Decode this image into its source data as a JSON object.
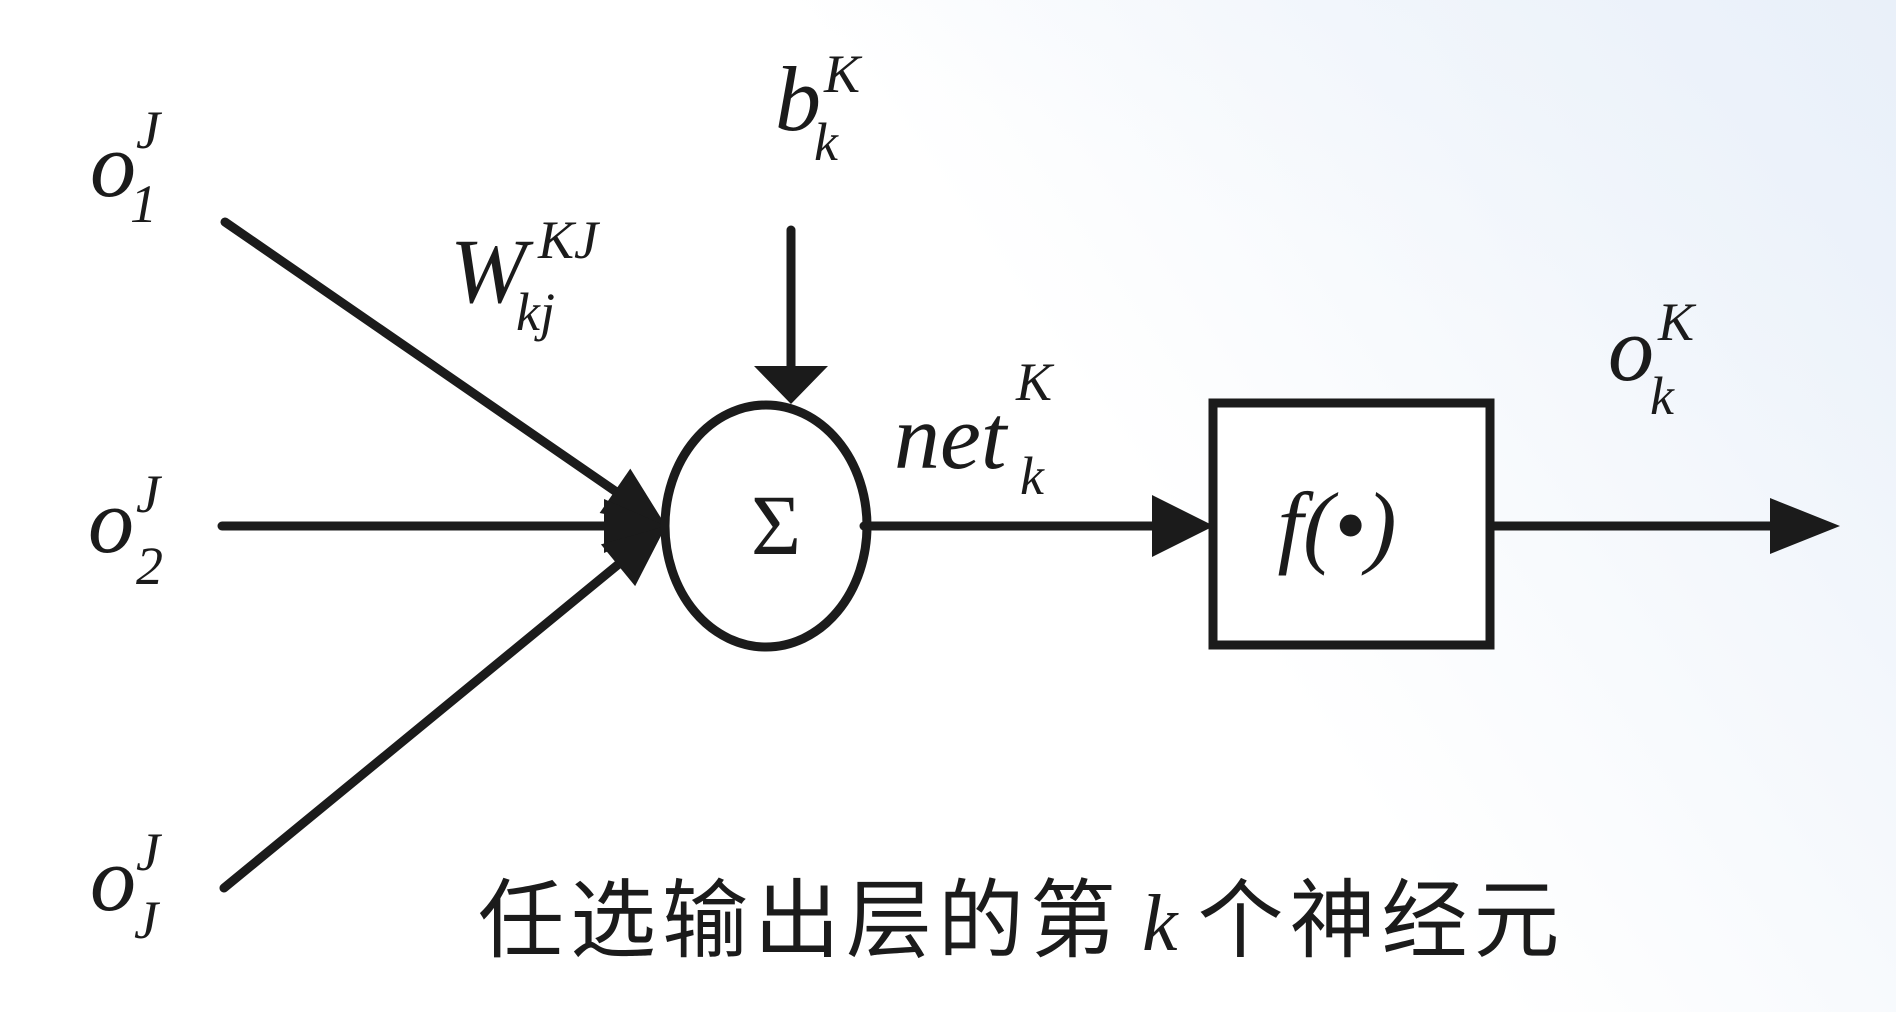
{
  "colors": {
    "ink": "#1b1b1b",
    "background": "#ffffff",
    "tint": "#e9f0f9"
  },
  "diagram": {
    "inputs": [
      {
        "base": "o",
        "sup": "J",
        "sub": "1"
      },
      {
        "base": "o",
        "sup": "J",
        "sub": "2"
      },
      {
        "base": "o",
        "sup": "J",
        "sub": "J"
      }
    ],
    "weight": {
      "base": "W",
      "sup": "KJ",
      "sub": "kj"
    },
    "bias": {
      "base": "b",
      "sup": "K",
      "sub": "k"
    },
    "summation": {
      "symbol": "Σ"
    },
    "net_input": {
      "base": "net",
      "sup": "K",
      "sub": "k"
    },
    "activation": {
      "label": "f(•)"
    },
    "output": {
      "base": "o",
      "sup": "K",
      "sub": "k"
    },
    "caption": {
      "prefix": "任选输出层的第",
      "index": "k",
      "suffix": "个神经元"
    }
  }
}
